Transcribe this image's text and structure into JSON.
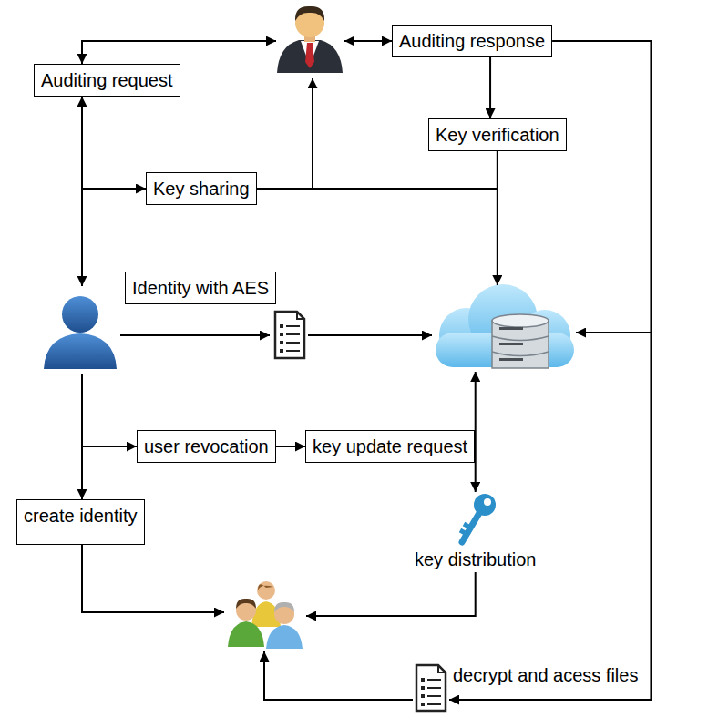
{
  "diagram": {
    "nodes": [
      {
        "text": [
          "Auditing response"
        ]
      },
      {
        "text": [
          "Auditing request"
        ]
      },
      {
        "text": [
          "Key verification"
        ]
      },
      {
        "text": [
          "Key sharing"
        ]
      },
      {
        "text": [
          "Identity with AES"
        ]
      },
      {
        "text": [
          "user revocation"
        ]
      },
      {
        "text": [
          "key update request"
        ]
      },
      {
        "text": [
          "create identity"
        ]
      },
      {
        "text": [
          "key distribution"
        ]
      },
      {
        "text": [
          "decrypt and acess files"
        ]
      }
    ],
    "edges": [
      {
        "from": 0,
        "to": 2,
        "arrow": "to"
      },
      {
        "from": 5,
        "to": 6,
        "arrow": "to"
      },
      {
        "from": 6,
        "to": 8,
        "arrow": "to"
      }
    ]
  }
}
